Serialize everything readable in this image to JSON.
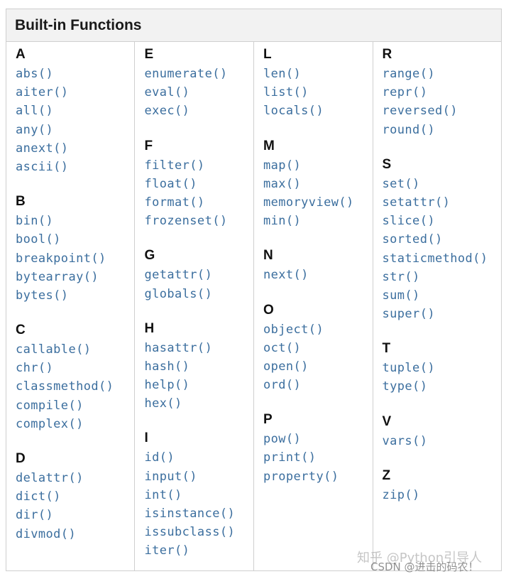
{
  "header": {
    "title": "Built-in Functions"
  },
  "columns": [
    {
      "groups": [
        {
          "letter": "A",
          "functions": [
            "abs()",
            "aiter()",
            "all()",
            "any()",
            "anext()",
            "ascii()"
          ]
        },
        {
          "letter": "B",
          "functions": [
            "bin()",
            "bool()",
            "breakpoint()",
            "bytearray()",
            "bytes()"
          ]
        },
        {
          "letter": "C",
          "functions": [
            "callable()",
            "chr()",
            "classmethod()",
            "compile()",
            "complex()"
          ]
        },
        {
          "letter": "D",
          "functions": [
            "delattr()",
            "dict()",
            "dir()",
            "divmod()"
          ]
        }
      ]
    },
    {
      "groups": [
        {
          "letter": "E",
          "functions": [
            "enumerate()",
            "eval()",
            "exec()"
          ]
        },
        {
          "letter": "F",
          "functions": [
            "filter()",
            "float()",
            "format()",
            "frozenset()"
          ]
        },
        {
          "letter": "G",
          "functions": [
            "getattr()",
            "globals()"
          ]
        },
        {
          "letter": "H",
          "functions": [
            "hasattr()",
            "hash()",
            "help()",
            "hex()"
          ]
        },
        {
          "letter": "I",
          "functions": [
            "id()",
            "input()",
            "int()",
            "isinstance()",
            "issubclass()",
            "iter()"
          ]
        }
      ]
    },
    {
      "groups": [
        {
          "letter": "L",
          "functions": [
            "len()",
            "list()",
            "locals()"
          ]
        },
        {
          "letter": "M",
          "functions": [
            "map()",
            "max()",
            "memoryview()",
            "min()"
          ]
        },
        {
          "letter": "N",
          "functions": [
            "next()"
          ]
        },
        {
          "letter": "O",
          "functions": [
            "object()",
            "oct()",
            "open()",
            "ord()"
          ]
        },
        {
          "letter": "P",
          "functions": [
            "pow()",
            "print()",
            "property()"
          ]
        }
      ]
    },
    {
      "groups": [
        {
          "letter": "R",
          "functions": [
            "range()",
            "repr()",
            "reversed()",
            "round()"
          ]
        },
        {
          "letter": "S",
          "functions": [
            "set()",
            "setattr()",
            "slice()",
            "sorted()",
            "staticmethod()",
            "str()",
            "sum()",
            "super()"
          ]
        },
        {
          "letter": "T",
          "functions": [
            "tuple()",
            "type()"
          ]
        },
        {
          "letter": "V",
          "functions": [
            "vars()"
          ]
        },
        {
          "letter": "Z",
          "functions": [
            "zip()"
          ]
        }
      ]
    }
  ],
  "watermarks": {
    "zhihu": "知乎 @Python引导人",
    "csdn": "CSDN @进击的码农！"
  },
  "colors": {
    "link": "#3b6e9e",
    "header_bg": "#f2f2f2",
    "border": "#cfcfcf"
  }
}
